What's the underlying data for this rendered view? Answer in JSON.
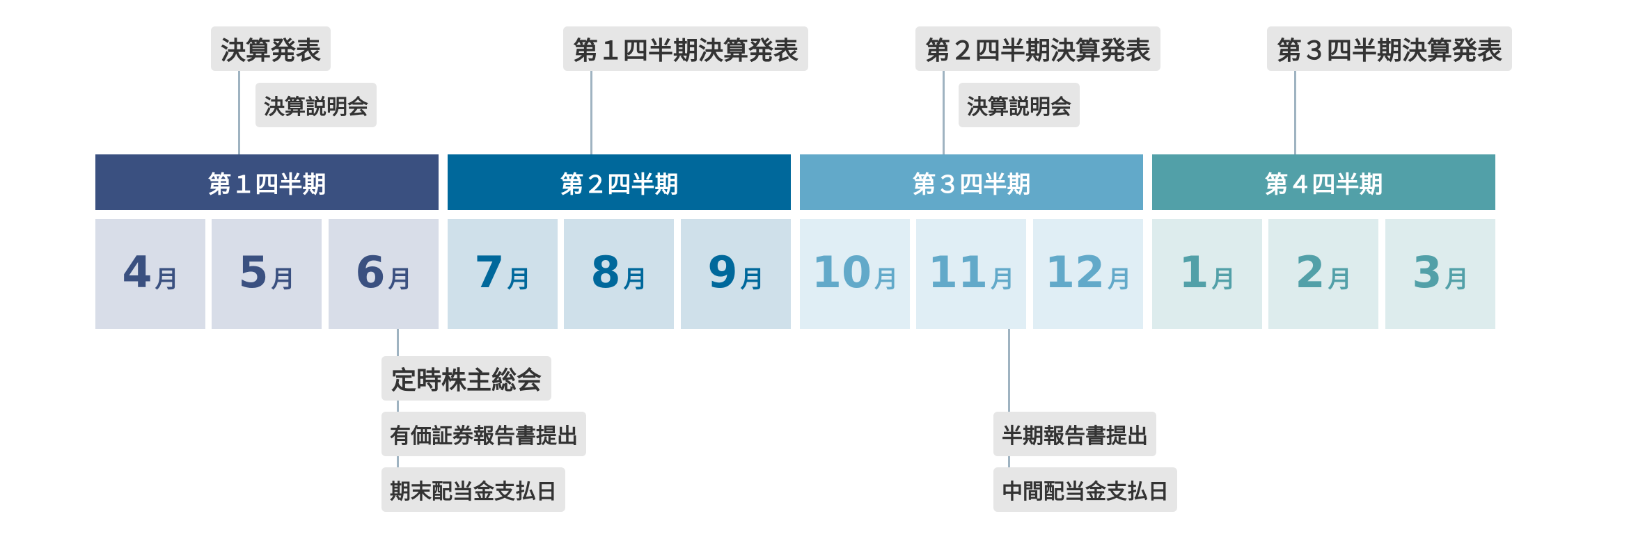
{
  "top_events": [
    {
      "id": "q1-announce",
      "label": "決算発表"
    },
    {
      "id": "q1-briefing",
      "label": "決算説明会"
    },
    {
      "id": "q2-announce",
      "label": "第１四半期決算発表"
    },
    {
      "id": "q3-announce",
      "label": "第２四半期決算発表"
    },
    {
      "id": "q3-briefing",
      "label": "決算説明会"
    },
    {
      "id": "q4-announce",
      "label": "第３四半期決算発表"
    }
  ],
  "quarters": [
    {
      "label": "第１四半期",
      "color": "#3a5080"
    },
    {
      "label": "第２四半期",
      "color": "#00689b"
    },
    {
      "label": "第３四半期",
      "color": "#62a9c9"
    },
    {
      "label": "第４四半期",
      "color": "#52a0a8"
    }
  ],
  "month_unit": "月",
  "months": [
    {
      "num": "4",
      "text_color": "#3a5080",
      "bg": "#d8dde8"
    },
    {
      "num": "5",
      "text_color": "#3a5080",
      "bg": "#d8dde8"
    },
    {
      "num": "6",
      "text_color": "#3a5080",
      "bg": "#d8dde8"
    },
    {
      "num": "7",
      "text_color": "#00689b",
      "bg": "#cfe0ea"
    },
    {
      "num": "8",
      "text_color": "#00689b",
      "bg": "#cfe0ea"
    },
    {
      "num": "9",
      "text_color": "#00689b",
      "bg": "#cfe0ea"
    },
    {
      "num": "10",
      "text_color": "#62a9c9",
      "bg": "#e0eef5"
    },
    {
      "num": "11",
      "text_color": "#62a9c9",
      "bg": "#e0eef5"
    },
    {
      "num": "12",
      "text_color": "#62a9c9",
      "bg": "#e0eef5"
    },
    {
      "num": "1",
      "text_color": "#52a0a8",
      "bg": "#ddeced"
    },
    {
      "num": "2",
      "text_color": "#52a0a8",
      "bg": "#ddeced"
    },
    {
      "num": "3",
      "text_color": "#52a0a8",
      "bg": "#ddeced"
    }
  ],
  "bottom_events_june": [
    {
      "label": "定時株主総会"
    },
    {
      "label": "有価証券報告書提出"
    },
    {
      "label": "期末配当金支払日"
    }
  ],
  "bottom_events_november": [
    {
      "label": "半期報告書提出"
    },
    {
      "label": "中間配当金支払日"
    }
  ]
}
